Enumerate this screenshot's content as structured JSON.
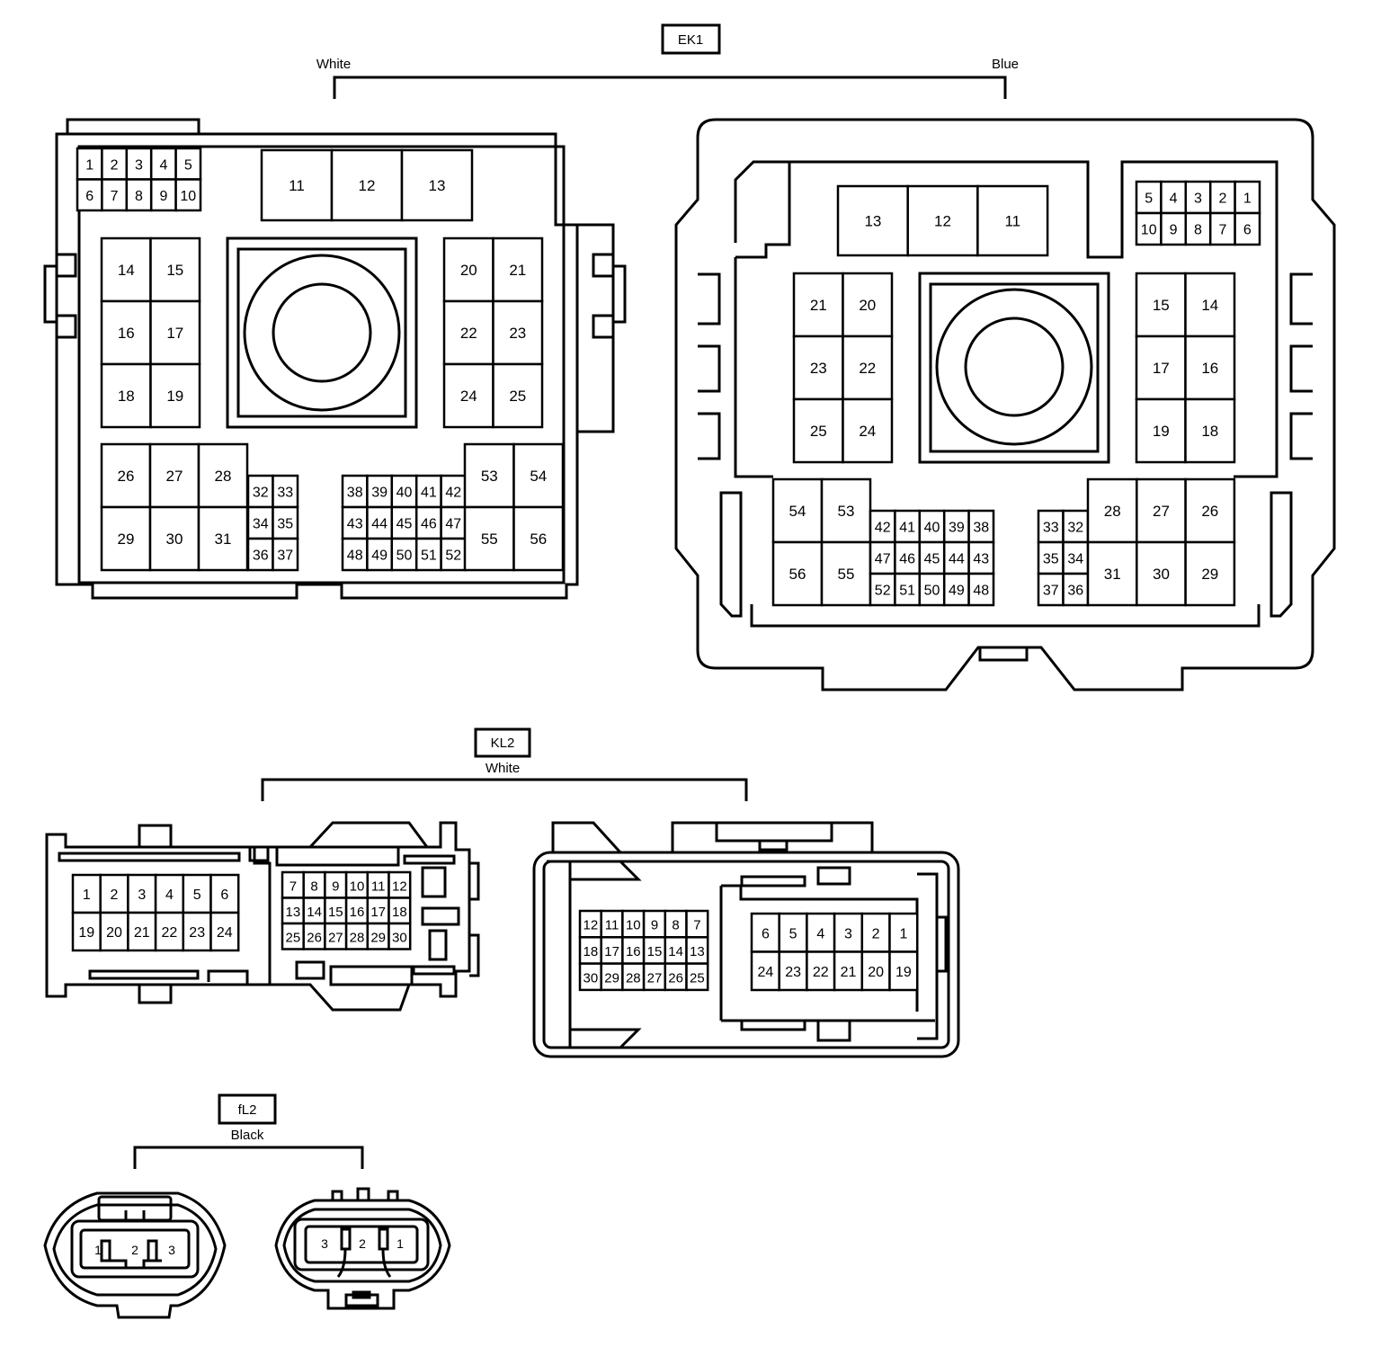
{
  "connectors": [
    {
      "id": "EK1",
      "views": [
        {
          "color": "White",
          "pins": [
            "1",
            "2",
            "3",
            "4",
            "5",
            "6",
            "7",
            "8",
            "9",
            "10",
            "11",
            "12",
            "13",
            "14",
            "15",
            "16",
            "17",
            "18",
            "19",
            "20",
            "21",
            "22",
            "23",
            "24",
            "25",
            "26",
            "27",
            "28",
            "29",
            "30",
            "31",
            "32",
            "33",
            "34",
            "35",
            "36",
            "37",
            "38",
            "39",
            "40",
            "41",
            "42",
            "43",
            "44",
            "45",
            "46",
            "47",
            "48",
            "49",
            "50",
            "51",
            "52",
            "53",
            "54",
            "55",
            "56"
          ]
        },
        {
          "color": "Blue",
          "pins": [
            "5",
            "4",
            "3",
            "2",
            "1",
            "10",
            "9",
            "8",
            "7",
            "6",
            "13",
            "12",
            "11",
            "21",
            "20",
            "23",
            "22",
            "25",
            "24",
            "15",
            "14",
            "17",
            "16",
            "19",
            "18",
            "54",
            "53",
            "56",
            "55",
            "42",
            "41",
            "40",
            "39",
            "38",
            "47",
            "46",
            "45",
            "44",
            "43",
            "52",
            "51",
            "50",
            "49",
            "48",
            "33",
            "32",
            "35",
            "34",
            "37",
            "36",
            "28",
            "27",
            "26",
            "31",
            "30",
            "29"
          ]
        }
      ]
    },
    {
      "id": "KL2",
      "views": [
        {
          "color": "White",
          "pins": [
            "1",
            "2",
            "3",
            "4",
            "5",
            "6",
            "19",
            "20",
            "21",
            "22",
            "23",
            "24",
            "7",
            "8",
            "9",
            "10",
            "11",
            "12",
            "13",
            "14",
            "15",
            "16",
            "17",
            "18",
            "25",
            "26",
            "27",
            "28",
            "29",
            "30"
          ]
        },
        {
          "color": "",
          "pins": [
            "12",
            "11",
            "10",
            "9",
            "8",
            "7",
            "18",
            "17",
            "16",
            "15",
            "14",
            "13",
            "30",
            "29",
            "28",
            "27",
            "26",
            "25",
            "6",
            "5",
            "4",
            "3",
            "2",
            "1",
            "24",
            "23",
            "22",
            "21",
            "20",
            "19"
          ]
        }
      ]
    },
    {
      "id": "fL2",
      "views": [
        {
          "color": "Black",
          "pins": [
            "1",
            "2",
            "3"
          ]
        },
        {
          "color": "",
          "pins": [
            "3",
            "2",
            "1"
          ]
        }
      ]
    }
  ]
}
